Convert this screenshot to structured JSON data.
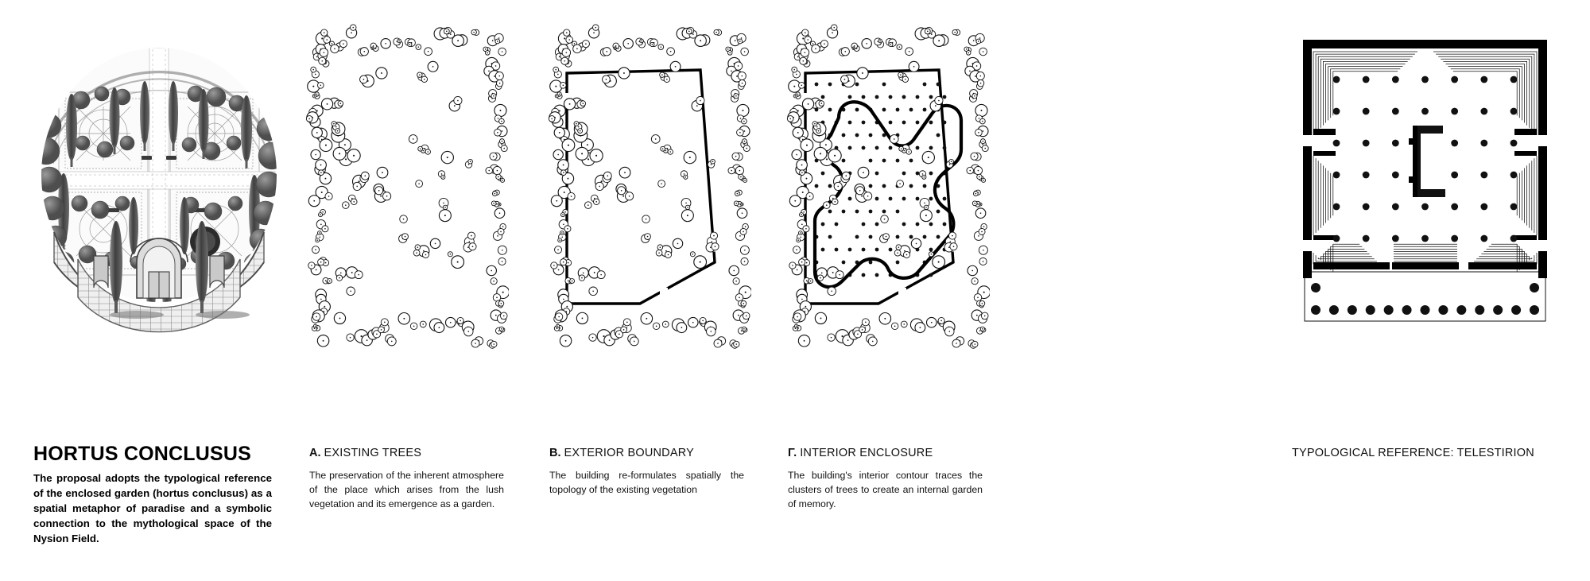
{
  "board": {
    "background_color": "#ffffff",
    "ink_color": "#111111"
  },
  "title_block": {
    "title": "HORTUS CONCLUSUS",
    "lead": "The proposal adopts the typological reference of the enclosed garden (hortus conclusus) as a spatial metaphor of paradise and a symbolic connection to the mythological space of the Nysion Field."
  },
  "engraving": {
    "name": "circular-walled-garden-engraving",
    "description": "Antique engraving of a circular walled garden in perspective: arched gateway, masonry enclosure wall, cypress rows, parterre beds and tree plantings.",
    "ink": "#4a4a4a"
  },
  "panels": [
    {
      "id": "a",
      "letter": "A.",
      "heading": "EXISTING TREES",
      "body": "The preservation of the inherent atmosphere of the place which arises from the lush vegetation and its emergence as a garden.",
      "shows_boundary": false,
      "shows_contour": false,
      "shows_columns": false
    },
    {
      "id": "b",
      "letter": "B.",
      "heading": "EXTERIOR BOUNDARY",
      "body": "The building re-formulates spatially the topology of the existing vegetation",
      "shows_boundary": true,
      "shows_contour": false,
      "shows_columns": false
    },
    {
      "id": "c",
      "letter": "Γ.",
      "heading": "INTERIOR ENCLOSURE",
      "body": "The building's interior contour traces the clusters of trees to create an internal garden of memory.",
      "shows_boundary": true,
      "shows_contour": true,
      "shows_columns": true
    }
  ],
  "reference_panel": {
    "heading": "TYPOLOGICAL REFERENCE: TELESTIRION",
    "plan": {
      "name": "telestirion-plan",
      "wall_color": "#000000",
      "column_grid_columns": 7,
      "column_grid_rows": 6,
      "portico_columns": 13,
      "central_element": "anaktoron"
    }
  },
  "legend": {
    "tree_symbol": "circle-with-center-dot",
    "column_symbol": "filled-dot",
    "boundary_symbol": "thick-polygon-line",
    "contour_symbol": "thick-rounded-contour"
  }
}
